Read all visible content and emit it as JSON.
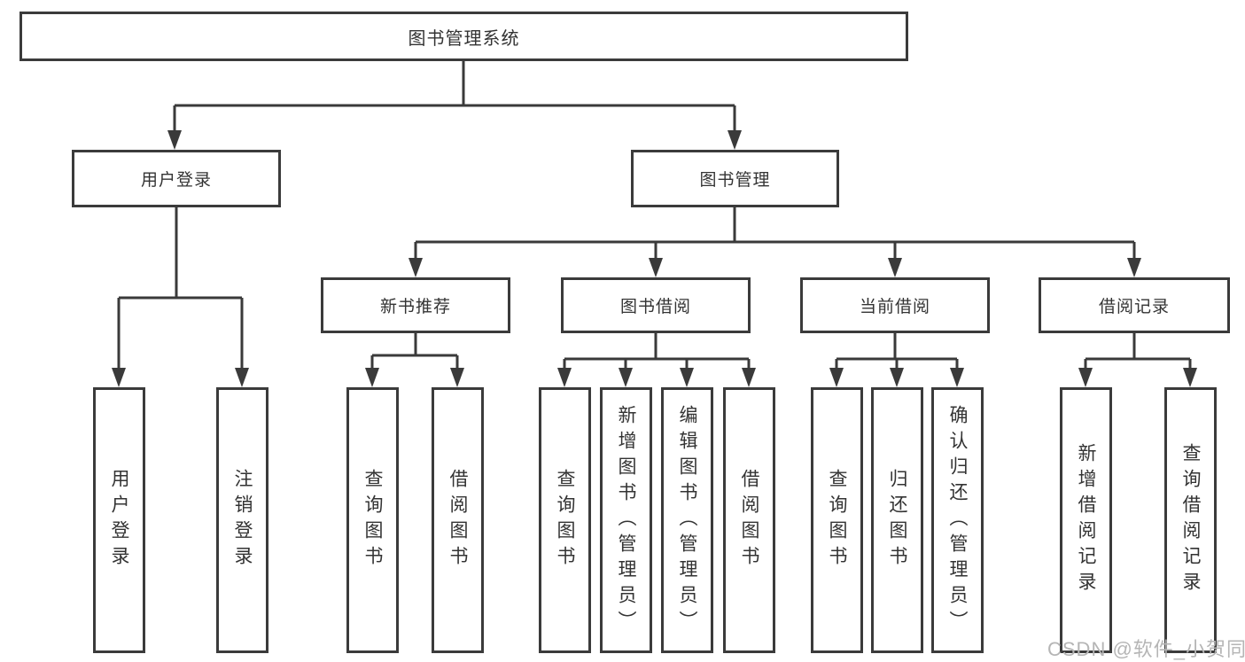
{
  "root": {
    "label": "图书管理系统"
  },
  "level2": [
    {
      "label": "用户登录"
    },
    {
      "label": "图书管理"
    }
  ],
  "level3": [
    {
      "label": "新书推荐"
    },
    {
      "label": "图书借阅"
    },
    {
      "label": "当前借阅"
    },
    {
      "label": "借阅记录"
    }
  ],
  "leaves": {
    "login": [
      "用户登录",
      "注销登录"
    ],
    "new_books": [
      "查询图书",
      "借阅图书"
    ],
    "book_borrow": [
      "查询图书",
      "新增图书（管理员）",
      "编辑图书（管理员）",
      "借阅图书"
    ],
    "current_borrow": [
      "查询图书",
      "归还图书",
      "确认归还（管理员）"
    ],
    "borrow_records": [
      "新增借阅记录",
      "查询借阅记录"
    ]
  },
  "watermark": "CSDN @软件_小贺同学",
  "colors": {
    "line": "#3a3a3a",
    "border": "#3b3b3b",
    "text": "#333333",
    "watermark_text": "#b5b5b5",
    "background": "#ffffff"
  }
}
